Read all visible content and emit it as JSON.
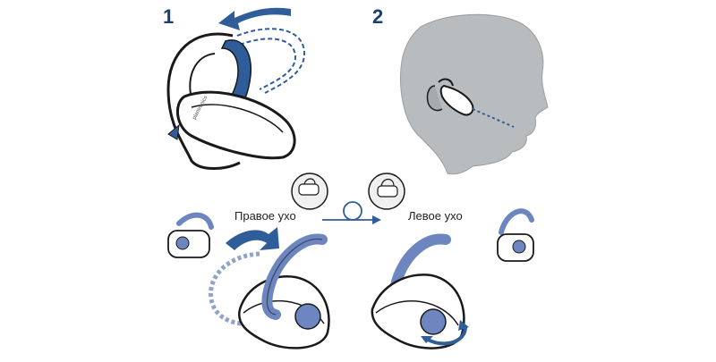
{
  "steps": {
    "one": "1",
    "two": "2"
  },
  "labels": {
    "right_ear": "Правое ухо",
    "left_ear": "Левое ухо"
  },
  "brand_text": "plantronics",
  "colors": {
    "accent_blue": "#2f5d9a",
    "hook_blue": "#6d86c0",
    "outline": "#1a1a1a",
    "head_gray": "#b9bcbf",
    "device_white": "#ffffff",
    "circle_fill": "#f0f0f0"
  }
}
